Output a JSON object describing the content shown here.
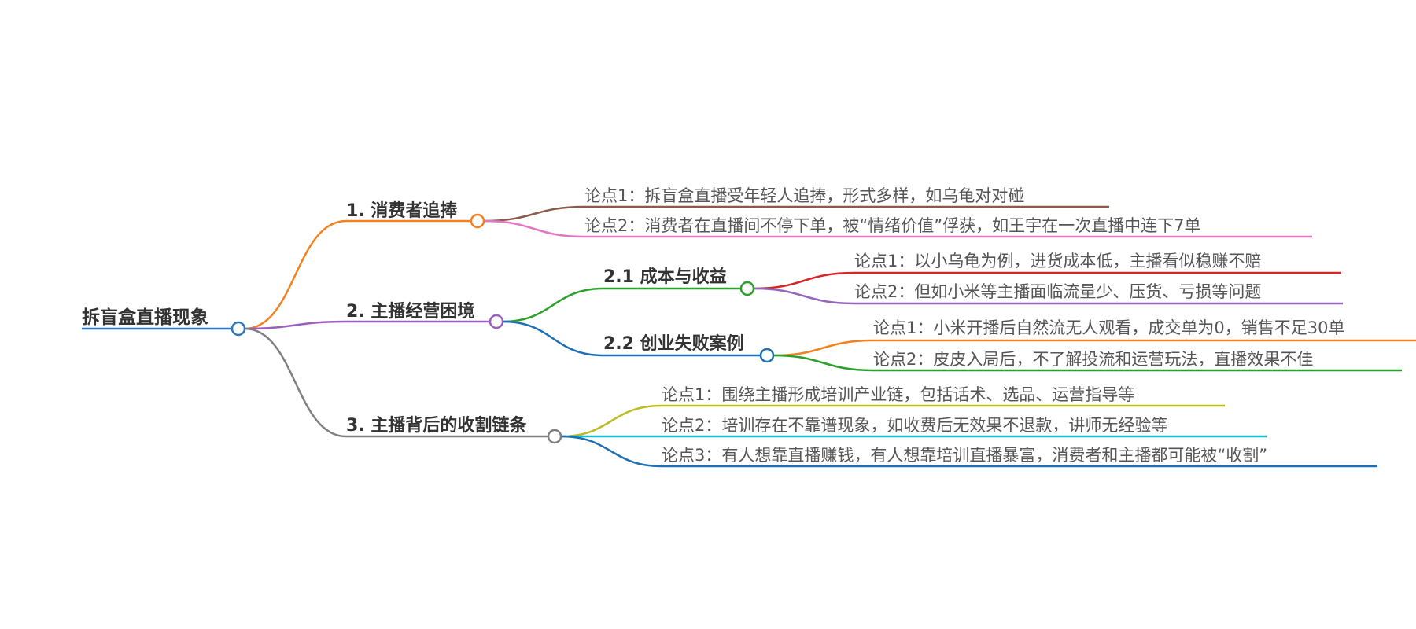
{
  "root": {
    "label": "拆盲盒直播现象",
    "color": "#2f77be"
  },
  "branches": [
    {
      "label": "1. 消费者追捧",
      "color": "#f48120",
      "children": [
        {
          "label": "论点1：拆盲盒直播受年轻人追捧，形式多样，如乌龟对对碰",
          "color": "#8b5a4a"
        },
        {
          "label": "论点2：消费者在直播间不停下单，被“情绪价值”俘获，如王宇在一次直播中连下7单",
          "color": "#e377c2"
        }
      ]
    },
    {
      "label": "2. 主播经营困境",
      "color": "#9b5fc0",
      "children": [
        {
          "label": "2.1 成本与收益",
          "color": "#2ca02c",
          "children": [
            {
              "label": "论点1：以小乌龟为例，进货成本低，主播看似稳赚不赔",
              "color": "#d62728"
            },
            {
              "label": "论点2：但如小米等主播面临流量少、压货、亏损等问题",
              "color": "#9467bd"
            }
          ]
        },
        {
          "label": "2.2 创业失败案例",
          "color": "#1f6fb4",
          "children": [
            {
              "label": "论点1：小米开播后自然流无人观看，成交单为0，销售不足30单",
              "color": "#f48120"
            },
            {
              "label": "论点2：皮皮入局后，不了解投流和运营玩法，直播效果不佳",
              "color": "#2ca02c"
            }
          ]
        }
      ]
    },
    {
      "label": "3. 主播背后的收割链条",
      "color": "#7f7f7f",
      "children": [
        {
          "label": "论点1：围绕主播形成培训产业链，包括话术、选品、运营指导等",
          "color": "#bcbd22"
        },
        {
          "label": "论点2：培训存在不靠谱现象，如收费后无效果不退款，讲师无经验等",
          "color": "#17becf"
        },
        {
          "label": "论点3：有人想靠直播赚钱，有人想靠培训直播暴富，消费者和主播都可能被“收割”",
          "color": "#1f6fb4"
        }
      ]
    }
  ]
}
